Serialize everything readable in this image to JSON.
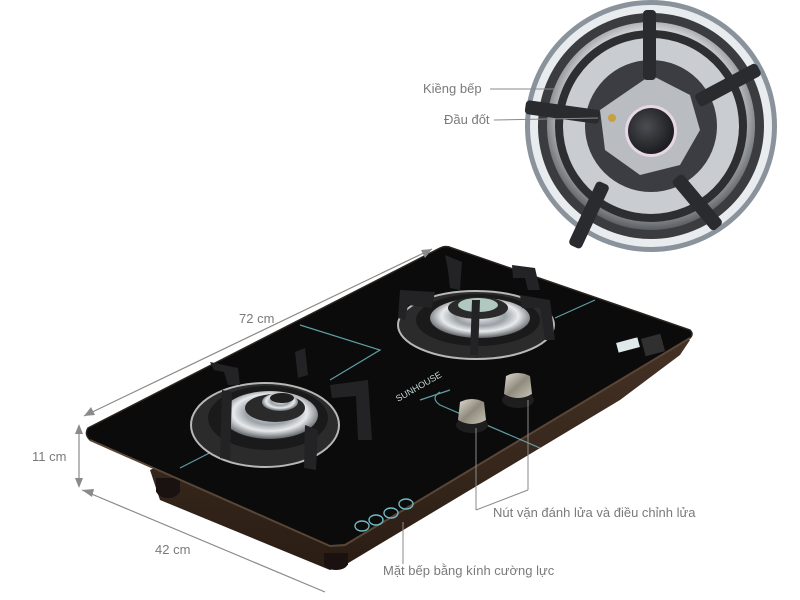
{
  "annotations": {
    "grate": "Kiềng bếp",
    "burner": "Đầu đốt",
    "knobs": "Nút vặn đánh lửa và điều chỉnh lửa",
    "glass_top": "Mặt bếp bằng kính cường lực"
  },
  "dimensions": {
    "length": "72 cm",
    "height": "11 cm",
    "depth": "42 cm"
  },
  "product": {
    "brand_marking": "SUNHOUSE",
    "burner_count": 2,
    "knob_count": 2,
    "touch_icon_count": 4
  },
  "colors": {
    "label_text": "#7a7a7a",
    "dimension_line": "#8a8a8a",
    "glass": "#0b0b0b",
    "base": "#3a2a1f",
    "accent_line": "#6fb7c0"
  }
}
